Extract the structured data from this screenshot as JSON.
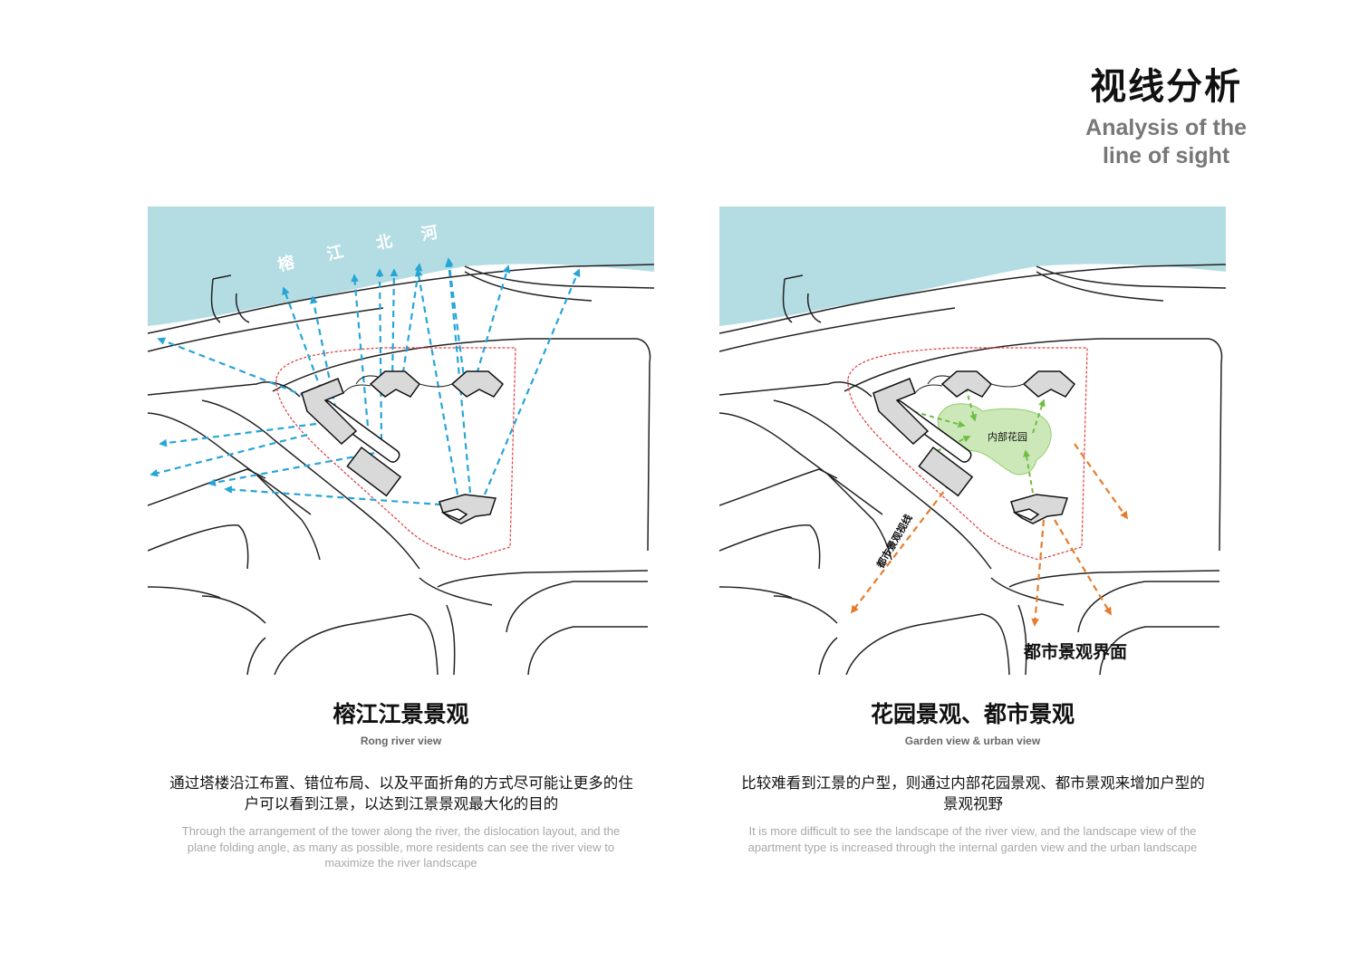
{
  "header": {
    "title_cn": "视线分析",
    "title_en_line1": "Analysis of the",
    "title_en_line2": "line of sight"
  },
  "left": {
    "river_label": [
      "榕",
      "江",
      "北",
      "河"
    ],
    "title": "榕江江景景观",
    "subtitle": "Rong river view",
    "desc_line1": "通过塔楼沿江布置、错位布局、以及平面折角的方式尽可能让更多的住",
    "desc_line2": "户可以看到江景，以达到江景景观最大化的目的",
    "en_line1": "Through the arrangement of the tower along the river, the dislocation layout, and the",
    "en_line2": "plane folding angle, as many as possible, more residents can see the river view to",
    "en_line3": "maximize the river landscape"
  },
  "right": {
    "garden_label": "内部花园",
    "urban_sightline_label": "都市景观视线",
    "urban_interface_label": "都市景观界面",
    "title": "花园景观、都市景观",
    "subtitle": "Garden view & urban view",
    "desc_line1": "比较难看到江景的户型，则通过内部花园景观、都市景观来增加户型的",
    "desc_line2": "景观视野",
    "en_line1": "It is more difficult to see the landscape of the river view, and the landscape view of the",
    "en_line2": "apartment type is increased through the internal garden view and the urban landscape"
  },
  "colors": {
    "river": "#b4dde3",
    "site_boundary": "#e0393a",
    "river_sightline": "#26a5d8",
    "garden_sightline": "#6ebd45",
    "urban_sightline": "#e57c2c",
    "garden_fill": "#cde8b8",
    "building_fill": "#d9d9d9"
  },
  "icons": {
    "sightline_arrow": "arrowhead"
  }
}
